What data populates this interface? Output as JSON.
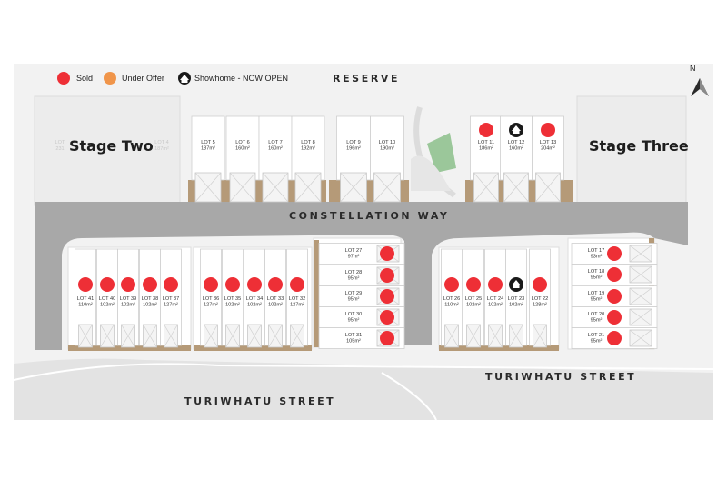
{
  "legend": {
    "sold": "Sold",
    "under_offer": "Under Offer",
    "showhome": "Showhome - NOW OPEN"
  },
  "colors": {
    "sold": "#ee2f36",
    "under_offer": "#f0954a",
    "showhome": "#1a1a1a",
    "road": "#a8a8a8",
    "section": "#b59a78"
  },
  "compass": "N",
  "streets": {
    "reserve": "RESERVE",
    "constellation": "CONSTELLATION WAY",
    "turiwhatu_left": "TURIWHATU STREET",
    "turiwhatu_right": "TURIWHATU STREET"
  },
  "stages": {
    "two": "Stage Two",
    "three": "Stage Three"
  },
  "faded_lots": [
    {
      "num": "LOT",
      "area": "231"
    },
    {
      "num": "LOT 4",
      "area": "187m²"
    }
  ],
  "lots": [
    {
      "num": "LOT 5",
      "area": "187m²",
      "status": "available"
    },
    {
      "num": "LOT 6",
      "area": "160m²",
      "status": "available"
    },
    {
      "num": "LOT 7",
      "area": "160m²",
      "status": "available"
    },
    {
      "num": "LOT 8",
      "area": "192m²",
      "status": "available"
    },
    {
      "num": "LOT 9",
      "area": "196m²",
      "status": "available"
    },
    {
      "num": "LOT 10",
      "area": "190m²",
      "status": "available"
    },
    {
      "num": "LOT 11",
      "area": "186m²",
      "status": "sold"
    },
    {
      "num": "LOT 12",
      "area": "160m²",
      "status": "showhome"
    },
    {
      "num": "LOT 13",
      "area": "204m²",
      "status": "sold"
    },
    {
      "num": "LOT 17",
      "area": "93m²",
      "status": "sold"
    },
    {
      "num": "LOT 18",
      "area": "95m²",
      "status": "sold"
    },
    {
      "num": "LOT 19",
      "area": "95m²",
      "status": "sold"
    },
    {
      "num": "LOT 20",
      "area": "95m²",
      "status": "sold"
    },
    {
      "num": "LOT 21",
      "area": "95m²",
      "status": "sold"
    },
    {
      "num": "LOT 22",
      "area": "128m²",
      "status": "sold"
    },
    {
      "num": "LOT 23",
      "area": "102m²",
      "status": "showhome"
    },
    {
      "num": "LOT 24",
      "area": "102m²",
      "status": "sold"
    },
    {
      "num": "LOT 25",
      "area": "102m²",
      "status": "sold"
    },
    {
      "num": "LOT 26",
      "area": "110m²",
      "status": "sold"
    },
    {
      "num": "LOT 27",
      "area": "97m²",
      "status": "sold"
    },
    {
      "num": "LOT 28",
      "area": "95m²",
      "status": "sold"
    },
    {
      "num": "LOT 29",
      "area": "95m²",
      "status": "sold"
    },
    {
      "num": "LOT 30",
      "area": "95m²",
      "status": "sold"
    },
    {
      "num": "LOT 31",
      "area": "105m²",
      "status": "sold"
    },
    {
      "num": "LOT 32",
      "area": "127m²",
      "status": "sold"
    },
    {
      "num": "LOT 33",
      "area": "102m²",
      "status": "sold"
    },
    {
      "num": "LOT 34",
      "area": "102m²",
      "status": "sold"
    },
    {
      "num": "LOT 35",
      "area": "102m²",
      "status": "sold"
    },
    {
      "num": "LOT 36",
      "area": "127m²",
      "status": "sold"
    },
    {
      "num": "LOT 37",
      "area": "127m²",
      "status": "sold"
    },
    {
      "num": "LOT 38",
      "area": "102m²",
      "status": "sold"
    },
    {
      "num": "LOT 39",
      "area": "102m²",
      "status": "sold"
    },
    {
      "num": "LOT 40",
      "area": "102m²",
      "status": "sold"
    },
    {
      "num": "LOT  41",
      "area": "110m²",
      "status": "sold"
    }
  ]
}
